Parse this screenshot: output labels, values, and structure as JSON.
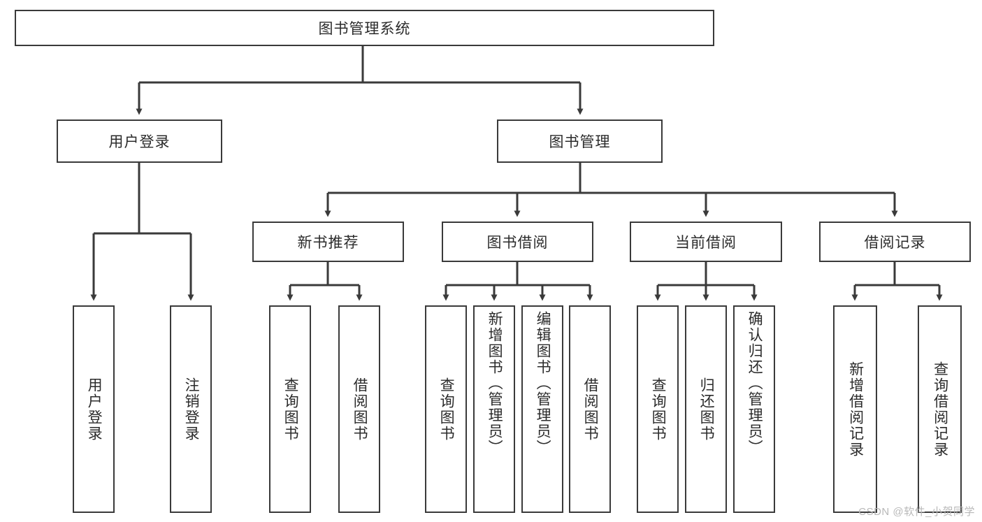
{
  "diagram": {
    "type": "tree",
    "title": "图书管理系统",
    "line_color": "#3a3a3a",
    "box_fill": "#ffffff",
    "text_color": "#2b2b2b",
    "watermark": "CSDN @软件_小贺同学",
    "nodes": {
      "root": {
        "label": "图书管理系统"
      },
      "level2": [
        {
          "id": "user-login",
          "label": "用户登录"
        },
        {
          "id": "book-manage",
          "label": "图书管理"
        }
      ],
      "level3": [
        {
          "id": "new-book-recommend",
          "label": "新书推荐"
        },
        {
          "id": "book-borrow",
          "label": "图书借阅"
        },
        {
          "id": "current-borrow",
          "label": "当前借阅"
        },
        {
          "id": "borrow-record",
          "label": "借阅记录"
        }
      ],
      "leaves": {
        "user_login": [
          {
            "id": "leaf-user-login",
            "label": "用户登录"
          },
          {
            "id": "leaf-logout-login",
            "label": "注销登录"
          }
        ],
        "new_book_recommend": [
          {
            "id": "leaf-query-book-1",
            "label": "查询图书"
          },
          {
            "id": "leaf-borrow-book-1",
            "label": "借阅图书"
          }
        ],
        "book_borrow": [
          {
            "id": "leaf-query-book-2",
            "label": "查询图书"
          },
          {
            "id": "leaf-add-book",
            "label": "新增图书（管理员）"
          },
          {
            "id": "leaf-edit-book",
            "label": "编辑图书（管理员）"
          },
          {
            "id": "leaf-borrow-book-2",
            "label": "借阅图书"
          }
        ],
        "current_borrow": [
          {
            "id": "leaf-query-book-3",
            "label": "查询图书"
          },
          {
            "id": "leaf-return-book",
            "label": "归还图书"
          },
          {
            "id": "leaf-confirm-return",
            "label": "确认归还（管理员）"
          }
        ],
        "borrow_record": [
          {
            "id": "leaf-add-borrow-record",
            "label": "新增借阅记录"
          },
          {
            "id": "leaf-query-borrow-record",
            "label": "查询借阅记录"
          }
        ]
      }
    },
    "edges": [
      {
        "from": "图书管理系统",
        "to": "用户登录"
      },
      {
        "from": "图书管理系统",
        "to": "图书管理"
      },
      {
        "from": "用户登录",
        "to": "用户登录"
      },
      {
        "from": "用户登录",
        "to": "注销登录"
      },
      {
        "from": "图书管理",
        "to": "新书推荐"
      },
      {
        "from": "图书管理",
        "to": "图书借阅"
      },
      {
        "from": "图书管理",
        "to": "当前借阅"
      },
      {
        "from": "图书管理",
        "to": "借阅记录"
      },
      {
        "from": "新书推荐",
        "to": "查询图书"
      },
      {
        "from": "新书推荐",
        "to": "借阅图书"
      },
      {
        "from": "图书借阅",
        "to": "查询图书"
      },
      {
        "from": "图书借阅",
        "to": "新增图书（管理员）"
      },
      {
        "from": "图书借阅",
        "to": "编辑图书（管理员）"
      },
      {
        "from": "图书借阅",
        "to": "借阅图书"
      },
      {
        "from": "当前借阅",
        "to": "查询图书"
      },
      {
        "from": "当前借阅",
        "to": "归还图书"
      },
      {
        "from": "当前借阅",
        "to": "确认归还（管理员）"
      },
      {
        "from": "借阅记录",
        "to": "新增借阅记录"
      },
      {
        "from": "借阅记录",
        "to": "查询借阅记录"
      }
    ]
  }
}
